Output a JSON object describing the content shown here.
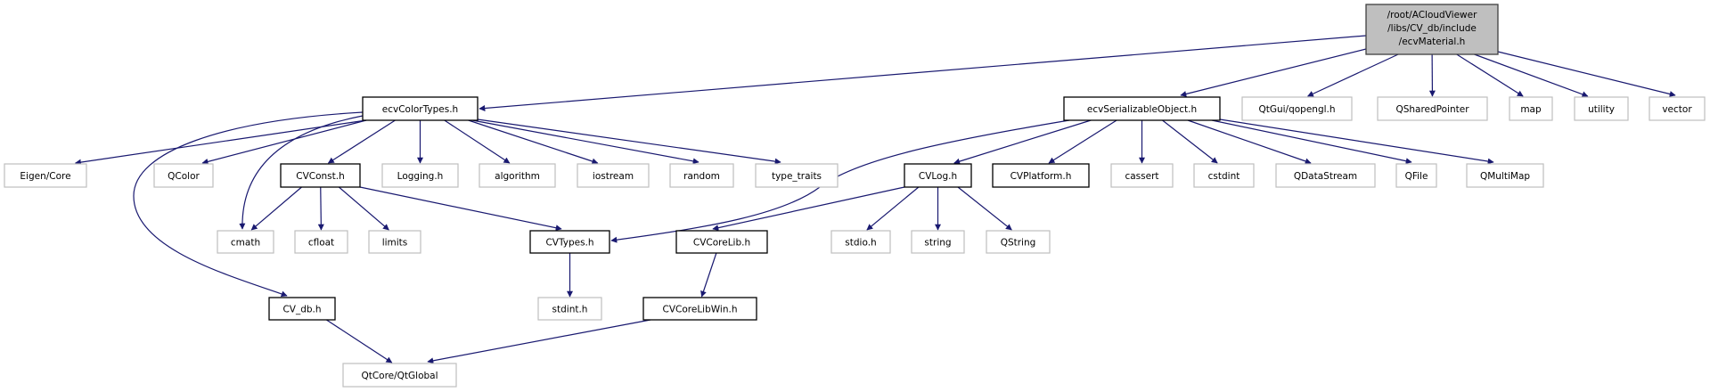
{
  "colors": {
    "edge": "#191970",
    "root_fill": "#bfbfbf",
    "root_border": "#404040",
    "documented_border": "#000000",
    "external_border": "#bfbfbf"
  },
  "nodes": [
    {
      "id": "root",
      "kind": "root",
      "lines": [
        "/root/ACloudViewer",
        "/libs/CV_db/include",
        "/ecvMaterial.h"
      ]
    },
    {
      "id": "ecvColorTypes",
      "kind": "documented",
      "label": "ecvColorTypes.h"
    },
    {
      "id": "ecvSerializableObject",
      "kind": "documented",
      "label": "ecvSerializableObject.h"
    },
    {
      "id": "qopengl",
      "kind": "external",
      "label": "QtGui/qopengl.h"
    },
    {
      "id": "QSharedPointer",
      "kind": "external",
      "label": "QSharedPointer"
    },
    {
      "id": "map",
      "kind": "external",
      "label": "map"
    },
    {
      "id": "utility",
      "kind": "external",
      "label": "utility"
    },
    {
      "id": "vector",
      "kind": "external",
      "label": "vector"
    },
    {
      "id": "EigenCore",
      "kind": "external",
      "label": "Eigen/Core"
    },
    {
      "id": "QColor",
      "kind": "external",
      "label": "QColor"
    },
    {
      "id": "CVConst",
      "kind": "documented",
      "label": "CVConst.h"
    },
    {
      "id": "Logging",
      "kind": "external",
      "label": "Logging.h"
    },
    {
      "id": "algorithm",
      "kind": "external",
      "label": "algorithm"
    },
    {
      "id": "iostream",
      "kind": "external",
      "label": "iostream"
    },
    {
      "id": "random",
      "kind": "external",
      "label": "random"
    },
    {
      "id": "type_traits",
      "kind": "external",
      "label": "type_traits"
    },
    {
      "id": "CVLog",
      "kind": "documented",
      "label": "CVLog.h"
    },
    {
      "id": "CVPlatform",
      "kind": "documented",
      "label": "CVPlatform.h"
    },
    {
      "id": "cassert",
      "kind": "external",
      "label": "cassert"
    },
    {
      "id": "cstdint",
      "kind": "external",
      "label": "cstdint"
    },
    {
      "id": "QDataStream",
      "kind": "external",
      "label": "QDataStream"
    },
    {
      "id": "QFile",
      "kind": "external",
      "label": "QFile"
    },
    {
      "id": "QMultiMap",
      "kind": "external",
      "label": "QMultiMap"
    },
    {
      "id": "cmath",
      "kind": "external",
      "label": "cmath"
    },
    {
      "id": "cfloat",
      "kind": "external",
      "label": "cfloat"
    },
    {
      "id": "limits",
      "kind": "external",
      "label": "limits"
    },
    {
      "id": "CVTypes",
      "kind": "documented",
      "label": "CVTypes.h"
    },
    {
      "id": "CVCoreLib",
      "kind": "documented",
      "label": "CVCoreLib.h"
    },
    {
      "id": "stdio",
      "kind": "external",
      "label": "stdio.h"
    },
    {
      "id": "string",
      "kind": "external",
      "label": "string"
    },
    {
      "id": "QString",
      "kind": "external",
      "label": "QString"
    },
    {
      "id": "CV_db",
      "kind": "documented",
      "label": "CV_db.h"
    },
    {
      "id": "stdint",
      "kind": "external",
      "label": "stdint.h"
    },
    {
      "id": "CVCoreLibWin",
      "kind": "documented",
      "label": "CVCoreLibWin.h"
    },
    {
      "id": "QtGlobal",
      "kind": "external",
      "label": "QtCore/QtGlobal"
    }
  ],
  "edges": [
    [
      "root",
      "ecvColorTypes"
    ],
    [
      "root",
      "ecvSerializableObject"
    ],
    [
      "root",
      "qopengl"
    ],
    [
      "root",
      "QSharedPointer"
    ],
    [
      "root",
      "map"
    ],
    [
      "root",
      "utility"
    ],
    [
      "root",
      "vector"
    ],
    [
      "ecvColorTypes",
      "EigenCore"
    ],
    [
      "ecvColorTypes",
      "QColor"
    ],
    [
      "ecvColorTypes",
      "CVConst"
    ],
    [
      "ecvColorTypes",
      "cmath"
    ],
    [
      "ecvColorTypes",
      "CV_db"
    ],
    [
      "ecvColorTypes",
      "Logging"
    ],
    [
      "ecvColorTypes",
      "algorithm"
    ],
    [
      "ecvColorTypes",
      "iostream"
    ],
    [
      "ecvColorTypes",
      "random"
    ],
    [
      "ecvColorTypes",
      "type_traits"
    ],
    [
      "CVConst",
      "cmath"
    ],
    [
      "CVConst",
      "cfloat"
    ],
    [
      "CVConst",
      "limits"
    ],
    [
      "CVConst",
      "CVTypes"
    ],
    [
      "CVTypes",
      "stdint"
    ],
    [
      "CV_db",
      "QtGlobal"
    ],
    [
      "ecvSerializableObject",
      "CVTypes"
    ],
    [
      "ecvSerializableObject",
      "CVLog"
    ],
    [
      "ecvSerializableObject",
      "CVPlatform"
    ],
    [
      "ecvSerializableObject",
      "cassert"
    ],
    [
      "ecvSerializableObject",
      "cstdint"
    ],
    [
      "ecvSerializableObject",
      "QDataStream"
    ],
    [
      "ecvSerializableObject",
      "QFile"
    ],
    [
      "ecvSerializableObject",
      "QMultiMap"
    ],
    [
      "CVLog",
      "CVCoreLib"
    ],
    [
      "CVLog",
      "stdio"
    ],
    [
      "CVLog",
      "string"
    ],
    [
      "CVLog",
      "QString"
    ],
    [
      "CVCoreLib",
      "CVCoreLibWin"
    ],
    [
      "CVCoreLibWin",
      "QtGlobal"
    ]
  ]
}
